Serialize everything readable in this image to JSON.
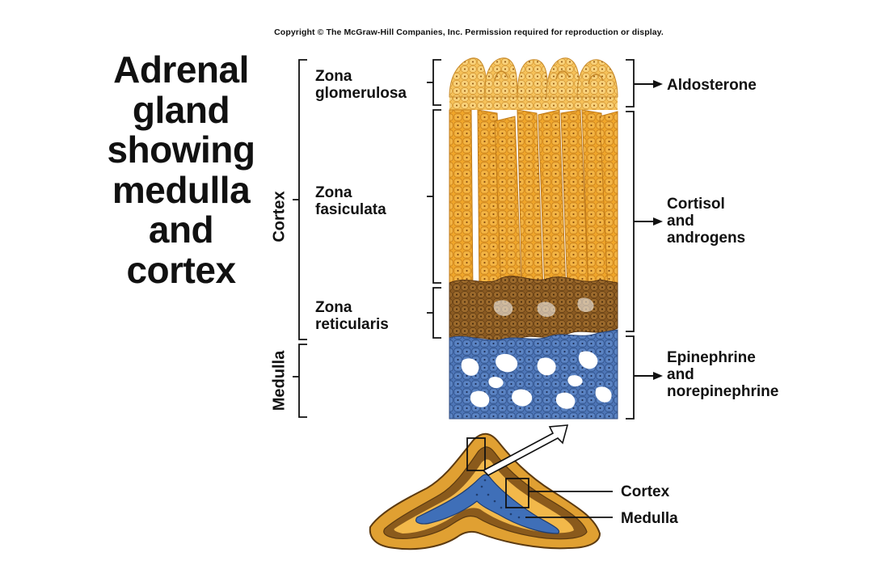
{
  "copyright": "Copyright © The McGraw-Hill Companies, Inc. Permission required for reproduction or display.",
  "title": "Adrenal gland showing medulla and cortex",
  "title_lines": [
    "Adrenal",
    "gland",
    "showing",
    "medulla",
    "and",
    "cortex"
  ],
  "regions": {
    "cortex": "Cortex",
    "medulla": "Medulla"
  },
  "zones": {
    "glomerulosa": [
      "Zona",
      "glomerulosa"
    ],
    "fasiculata": [
      "Zona",
      "fasiculata"
    ],
    "reticularis": [
      "Zona",
      "reticularis"
    ]
  },
  "products": {
    "aldosterone": [
      "Aldosterone"
    ],
    "cortisol": [
      "Cortisol",
      "and",
      "androgens"
    ],
    "epinephrine": [
      "Epinephrine",
      "and",
      "norepinephrine"
    ]
  },
  "gland_labels": {
    "cortex": "Cortex",
    "medulla": "Medulla"
  },
  "colors": {
    "cortex_light": "#f0a62a",
    "cortex_pale": "#f7c55e",
    "reticularis": "#8a5a22",
    "medulla": "#4e76b8",
    "medulla_light": "#7aa0d8"
  }
}
